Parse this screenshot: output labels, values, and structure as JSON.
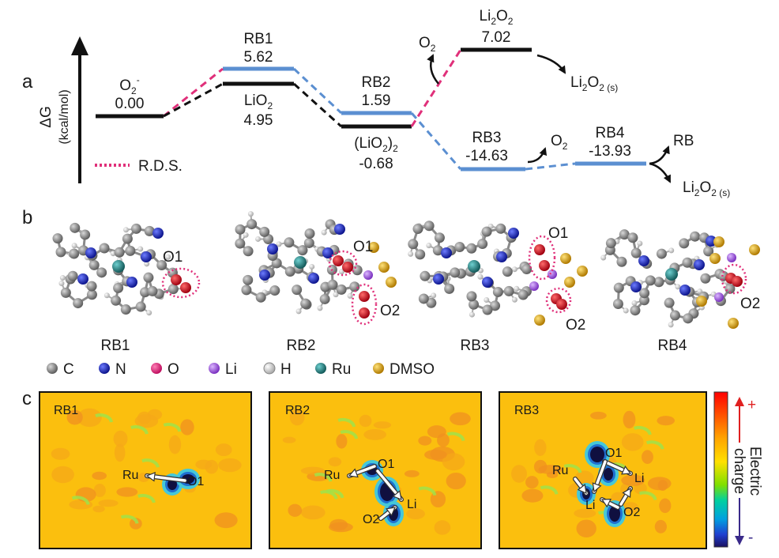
{
  "panels": {
    "a": "a",
    "b": "b",
    "c": "c"
  },
  "axis": {
    "line1": "ΔG",
    "line2": "(kcal/mol)"
  },
  "rds_legend": "R.D.S.",
  "energy_labels": {
    "o2_name": "O",
    "o2_sub": "2",
    "o2_sup": "-",
    "o2_value": "0.00",
    "rb1_name": "RB1",
    "rb1_value": "5.62",
    "lio2_name": "LiO",
    "lio2_sub": "2",
    "lio2_value": "4.95",
    "rb2_name": "RB2",
    "rb2_value": "1.59",
    "lio2_2_a": "(LiO",
    "lio2_2_sub": "2",
    "lio2_2_b": ")",
    "lio2_2_sub2": "2",
    "lio2_2_value": "-0.68",
    "li2o2_a": "Li",
    "li2o2_sub1": "2",
    "li2o2_b": "O",
    "li2o2_sub2": "2",
    "li2o2_value": "7.02",
    "rb3_name": "RB3",
    "rb3_value": "-14.63",
    "rb4_name": "RB4",
    "rb4_value": "-13.93",
    "o2_release_1": "O",
    "o2_release_1_sub": "2",
    "o2_release_2": "O",
    "o2_release_2_sub": "2",
    "li2o2s_a": "Li",
    "li2o2s_sub1": "2",
    "li2o2s_b": "O",
    "li2o2s_sub2": "2 (s)",
    "rb_product": "RB",
    "li2o2s2_a": "Li",
    "li2o2s2_sub1": "2",
    "li2o2s2_b": "O",
    "li2o2s2_sub2": "2 (s)"
  },
  "structures": {
    "names": [
      "RB1",
      "RB2",
      "RB3",
      "RB4"
    ],
    "o_labels": {
      "rb1_o1": "O1",
      "rb2_o1": "O1",
      "rb2_o2": "O2",
      "rb3_o1": "O1",
      "rb3_o2": "O2",
      "rb4_o2": "O2"
    }
  },
  "atom_legend": [
    {
      "label": "C",
      "color": "#7f7f7f"
    },
    {
      "label": "N",
      "color": "#1f2fbf"
    },
    {
      "label": "O",
      "color": "#e8207c"
    },
    {
      "label": "Li",
      "color": "#a65fe0"
    },
    {
      "label": "H",
      "color": "#ffffff"
    },
    {
      "label": "Ru",
      "color": "#2a8c8c"
    },
    {
      "label": "DMSO",
      "color": "#e8b21e"
    }
  ],
  "maps": [
    {
      "title": "RB1",
      "labels": {
        "ru": "Ru",
        "o1": "O1"
      }
    },
    {
      "title": "RB2",
      "labels": {
        "ru": "Ru",
        "o1": "O1",
        "li": "Li",
        "o2": "O2"
      }
    },
    {
      "title": "RB3",
      "labels": {
        "ru": "Ru",
        "o1": "O1",
        "li_a": "Li",
        "li_b": "Li",
        "o2": "O2"
      }
    }
  ],
  "colorbar": {
    "plus": "+",
    "minus": "-",
    "title1": "Electric",
    "title2": "charge"
  },
  "colors": {
    "black": "#111111",
    "blue": "#5b8fd1",
    "pink": "#e0307a",
    "map_bg": "#fbbf0e"
  }
}
